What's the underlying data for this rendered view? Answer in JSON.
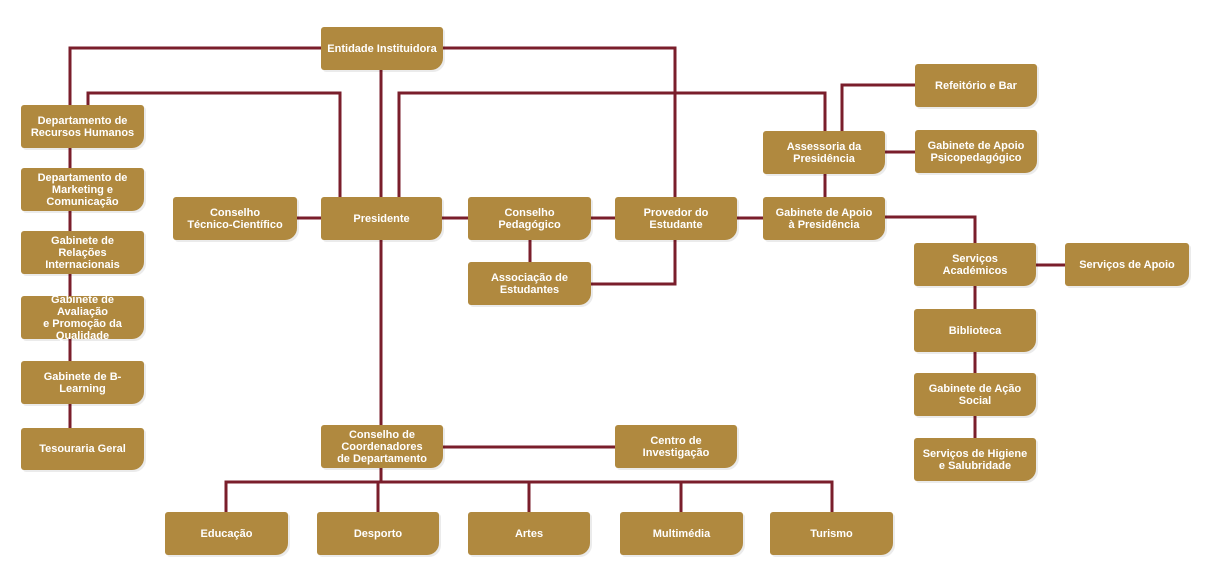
{
  "colors": {
    "box": "#b0893f",
    "line": "#7a1e2b"
  },
  "diagram": {
    "nodes": [
      {
        "id": "entidade",
        "label": "Entidade Instituidora"
      },
      {
        "id": "rh",
        "label": "Departamento de\nRecursos Humanos"
      },
      {
        "id": "marketing",
        "label": "Departamento de\nMarketing e Comunicação"
      },
      {
        "id": "relacoes",
        "label": "Gabinete de Relações\nInternacionais"
      },
      {
        "id": "avaliacao",
        "label": "Gabinete de Avaliação\ne Promoção da Qualidade"
      },
      {
        "id": "blearning",
        "label": "Gabinete de B-Learning"
      },
      {
        "id": "tesouraria",
        "label": "Tesouraria Geral"
      },
      {
        "id": "ctc",
        "label": "Conselho\nTécnico-Científico"
      },
      {
        "id": "presidente",
        "label": "Presidente"
      },
      {
        "id": "pedagogico",
        "label": "Conselho Pedagógico"
      },
      {
        "id": "associacao",
        "label": "Associação de\nEstudantes"
      },
      {
        "id": "provedor",
        "label": "Provedor do Estudante"
      },
      {
        "id": "refeitorio",
        "label": "Refeitório e Bar"
      },
      {
        "id": "assessoria",
        "label": "Assessoria da\nPresidência"
      },
      {
        "id": "psico",
        "label": "Gabinete de Apoio\nPsicopedagógico"
      },
      {
        "id": "gabapoio",
        "label": "Gabinete de Apoio\nà Presidência"
      },
      {
        "id": "academicos",
        "label": "Serviços Académicos"
      },
      {
        "id": "servapoio",
        "label": "Serviços de Apoio"
      },
      {
        "id": "biblioteca",
        "label": "Biblioteca"
      },
      {
        "id": "acaosocial",
        "label": "Gabinete de Ação Social"
      },
      {
        "id": "higiene",
        "label": "Serviços de Higiene\ne Salubridade"
      },
      {
        "id": "coordenadores",
        "label": "Conselho de\nCoordenadores\nde Departamento"
      },
      {
        "id": "investigacao",
        "label": "Centro de Investigação"
      },
      {
        "id": "educacao",
        "label": "Educação"
      },
      {
        "id": "desporto",
        "label": "Desporto"
      },
      {
        "id": "artes",
        "label": "Artes"
      },
      {
        "id": "multimedia",
        "label": "Multimédia"
      },
      {
        "id": "turismo",
        "label": "Turismo"
      }
    ]
  }
}
